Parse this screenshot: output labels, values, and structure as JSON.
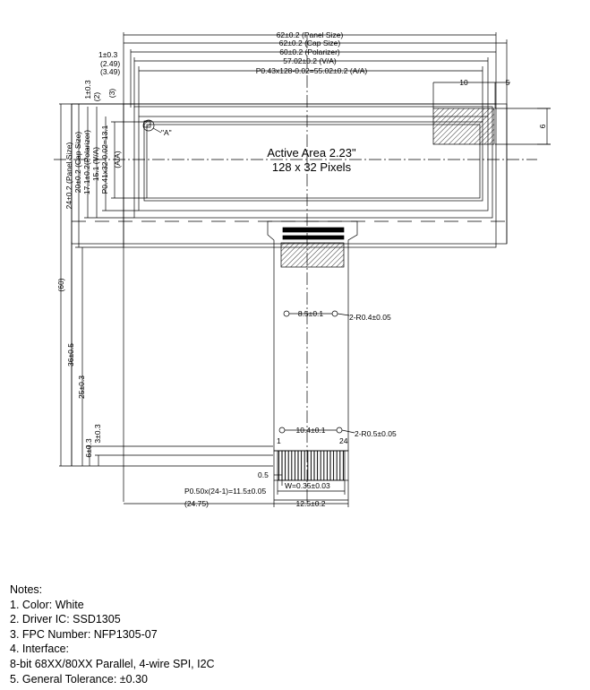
{
  "active_area": {
    "title": "Active Area 2.23\"",
    "pixels": "128 x 32 Pixels"
  },
  "dims_top": {
    "panel_size": "62±0.2 (Panel Size)",
    "cap_size": "62±0.2 (Cap Size)",
    "polarizer": "60±0.2 (Polarizer)",
    "va": "57.02±0.2 (V/A)",
    "aa": "P0.43x128-0.02=55.02±0.2 (A/A)",
    "left_1": "1±0.3",
    "left_2": "(2.49)",
    "left_3": "(3.49)",
    "pad_10": "10",
    "pad_5": "5",
    "pad_6": "6"
  },
  "dims_left": {
    "v_1": "1±0.3",
    "v_2": "(2)",
    "v_3": "(3)",
    "panel_size": "24±0.2 (Panel Size)",
    "cap_size": "20±0.2 (Cap Size)",
    "polarizer": "17.1±0.2(Polarizer)",
    "va": "15.1 (V/A)",
    "aa_1": "P0.41x32-0.02=13.1",
    "aa_2": "(A/A)",
    "total": "(60)",
    "fpc_36": "36±0.5",
    "fpc_25": "25±0.3",
    "fpc_6": "6±0.3",
    "fpc_3": "3±0.3"
  },
  "dims_fpc": {
    "hole_8_5": "8.5±0.1",
    "r_04": "2-R0.4±0.05",
    "hole_10_4": "10.4±0.1",
    "r_05": "2-R0.5±0.05",
    "pin_1": "1",
    "pin_24": "24",
    "dim_0_5": "0.5",
    "width_w": "W=0.35±0.03",
    "pitch": "P0.50x(24-1)=11.5±0.05",
    "total_2475": "(24.75)",
    "fpc_width": "12.5±0.2"
  },
  "detail_label": "\"A\"",
  "notes": {
    "heading": "Notes:",
    "n1": "1. Color: White",
    "n2": "2. Driver IC: SSD1305",
    "n3": "3. FPC Number: NFP1305-07",
    "n4": "4. Interface:",
    "n4b": "8-bit 68XX/80XX Parallel, 4-wire SPI, I2C",
    "n5": "5. General Tolerance: ±0.30"
  }
}
